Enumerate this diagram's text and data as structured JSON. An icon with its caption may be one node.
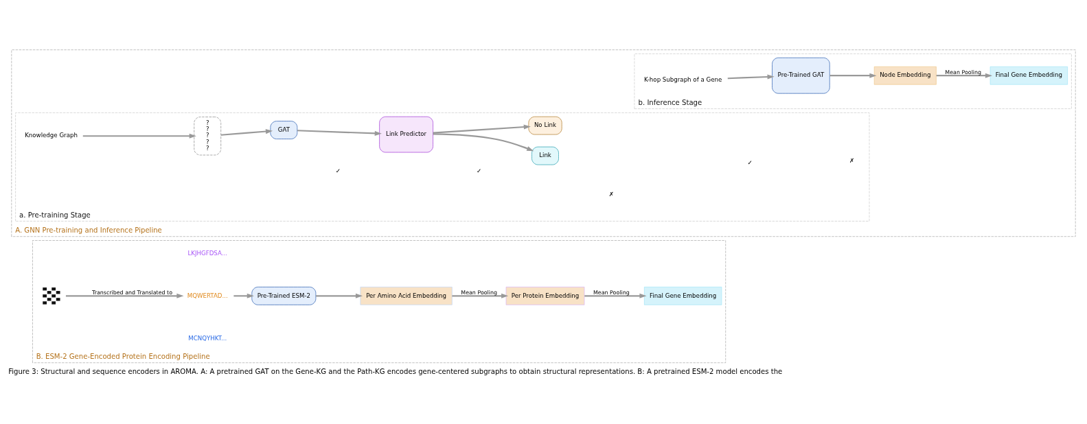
{
  "diagram": {
    "caption": "Figure 3: Structural and sequence encoders in AROMA. A: A pretrained GAT on the Gene-KG and the Path-KG encodes gene-centered subgraphs to obtain structural representations. B: A pretrained ESM-2 model encodes the",
    "nodes": [
      {
        "text": [
          "A. GNN Pre-training and Inference Pipeline"
        ]
      },
      {
        "text": [
          "a. Pre-training Stage"
        ],
        "in": 0
      },
      {
        "text": [
          "b. Inference Stage"
        ],
        "in": 0
      },
      {
        "text": [
          "B. ESM-2 Gene-Encoded Protein Encoding Pipeline"
        ]
      },
      {
        "text": [
          "Knowledge Graph"
        ],
        "in": 1
      },
      {
        "text": [
          "?",
          "?",
          "?",
          "?",
          "?"
        ],
        "in": 1
      },
      {
        "text": [
          "GAT"
        ],
        "in": 1
      },
      {
        "text": [
          "Link Predictor"
        ],
        "in": 1
      },
      {
        "text": [
          "Link"
        ],
        "in": 1
      },
      {
        "text": [
          "No Link"
        ],
        "in": 1
      },
      {
        "text": [
          "K-hop Subgraph of a Gene"
        ],
        "in": 2
      },
      {
        "text": [
          "Pre-Trained GAT"
        ],
        "in": 2
      },
      {
        "text": [
          "Node Embedding"
        ],
        "in": 2
      },
      {
        "text": [
          "Final Gene Embedding"
        ],
        "in": 2
      },
      {
        "text": [],
        "shape": "picture",
        "in": 3
      },
      {
        "text": [
          "MCNQYHKT..."
        ],
        "in": 3
      },
      {
        "text": [
          "MQWERTAD..."
        ],
        "in": 3
      },
      {
        "text": [
          "LKJHGFDSA..."
        ],
        "in": 3
      },
      {
        "text": [
          "Pre-Trained ESM-2"
        ],
        "in": 3
      },
      {
        "text": [
          "Per Amino Acid Embedding"
        ],
        "in": 3
      },
      {
        "text": [
          "Per Protein Embedding"
        ],
        "in": 3
      },
      {
        "text": [
          "Final Gene Embedding"
        ],
        "in": 3
      }
    ],
    "edges": [
      {
        "from": 4,
        "to": 5,
        "arrow": "to"
      },
      {
        "from": 5,
        "to": 6,
        "arrow": "to"
      },
      {
        "from": 6,
        "to": 7,
        "arrow": "to"
      },
      {
        "from": 7,
        "to": 8,
        "arrow": "to"
      },
      {
        "from": 7,
        "to": 9,
        "arrow": "to"
      },
      {
        "from": 10,
        "to": 11,
        "arrow": "to"
      },
      {
        "from": 11,
        "to": 12,
        "arrow": "to"
      },
      {
        "from": 12,
        "to": 13,
        "label": "Mean Pooling",
        "arrow": "to"
      },
      {
        "from": 14,
        "to": 16,
        "label": "Transcribed and Translated to",
        "arrow": "to"
      },
      {
        "from": 16,
        "to": 18,
        "arrow": "to"
      },
      {
        "from": 18,
        "to": 19,
        "arrow": "to"
      },
      {
        "from": 19,
        "to": 20,
        "label": "Mean Pooling",
        "arrow": "to"
      },
      {
        "from": 20,
        "to": 21,
        "label": "Mean Pooling",
        "arrow": "to"
      }
    ],
    "labels": [
      "✓",
      "✓",
      "✗",
      "✓",
      "✗"
    ]
  }
}
